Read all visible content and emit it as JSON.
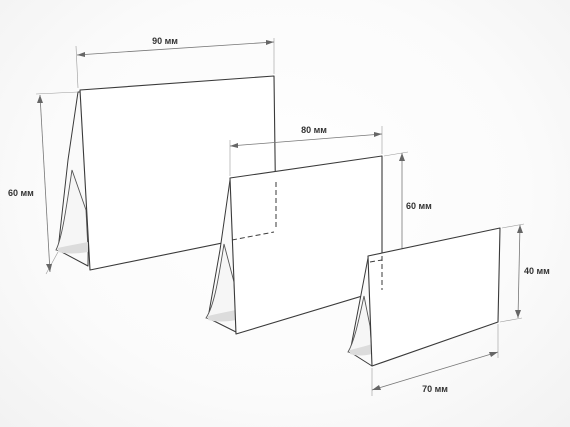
{
  "holders": [
    {
      "id": "large",
      "width_label": "90 мм",
      "height_label": "60 мм"
    },
    {
      "id": "medium",
      "width_label": "80 мм",
      "height_label": "60 мм"
    },
    {
      "id": "small",
      "width_label": "70 мм",
      "height_label": "40 мм"
    }
  ],
  "colors": {
    "outline": "#3a3a3a",
    "dimension": "#777777",
    "text": "#333333",
    "background": "#ffffff"
  }
}
